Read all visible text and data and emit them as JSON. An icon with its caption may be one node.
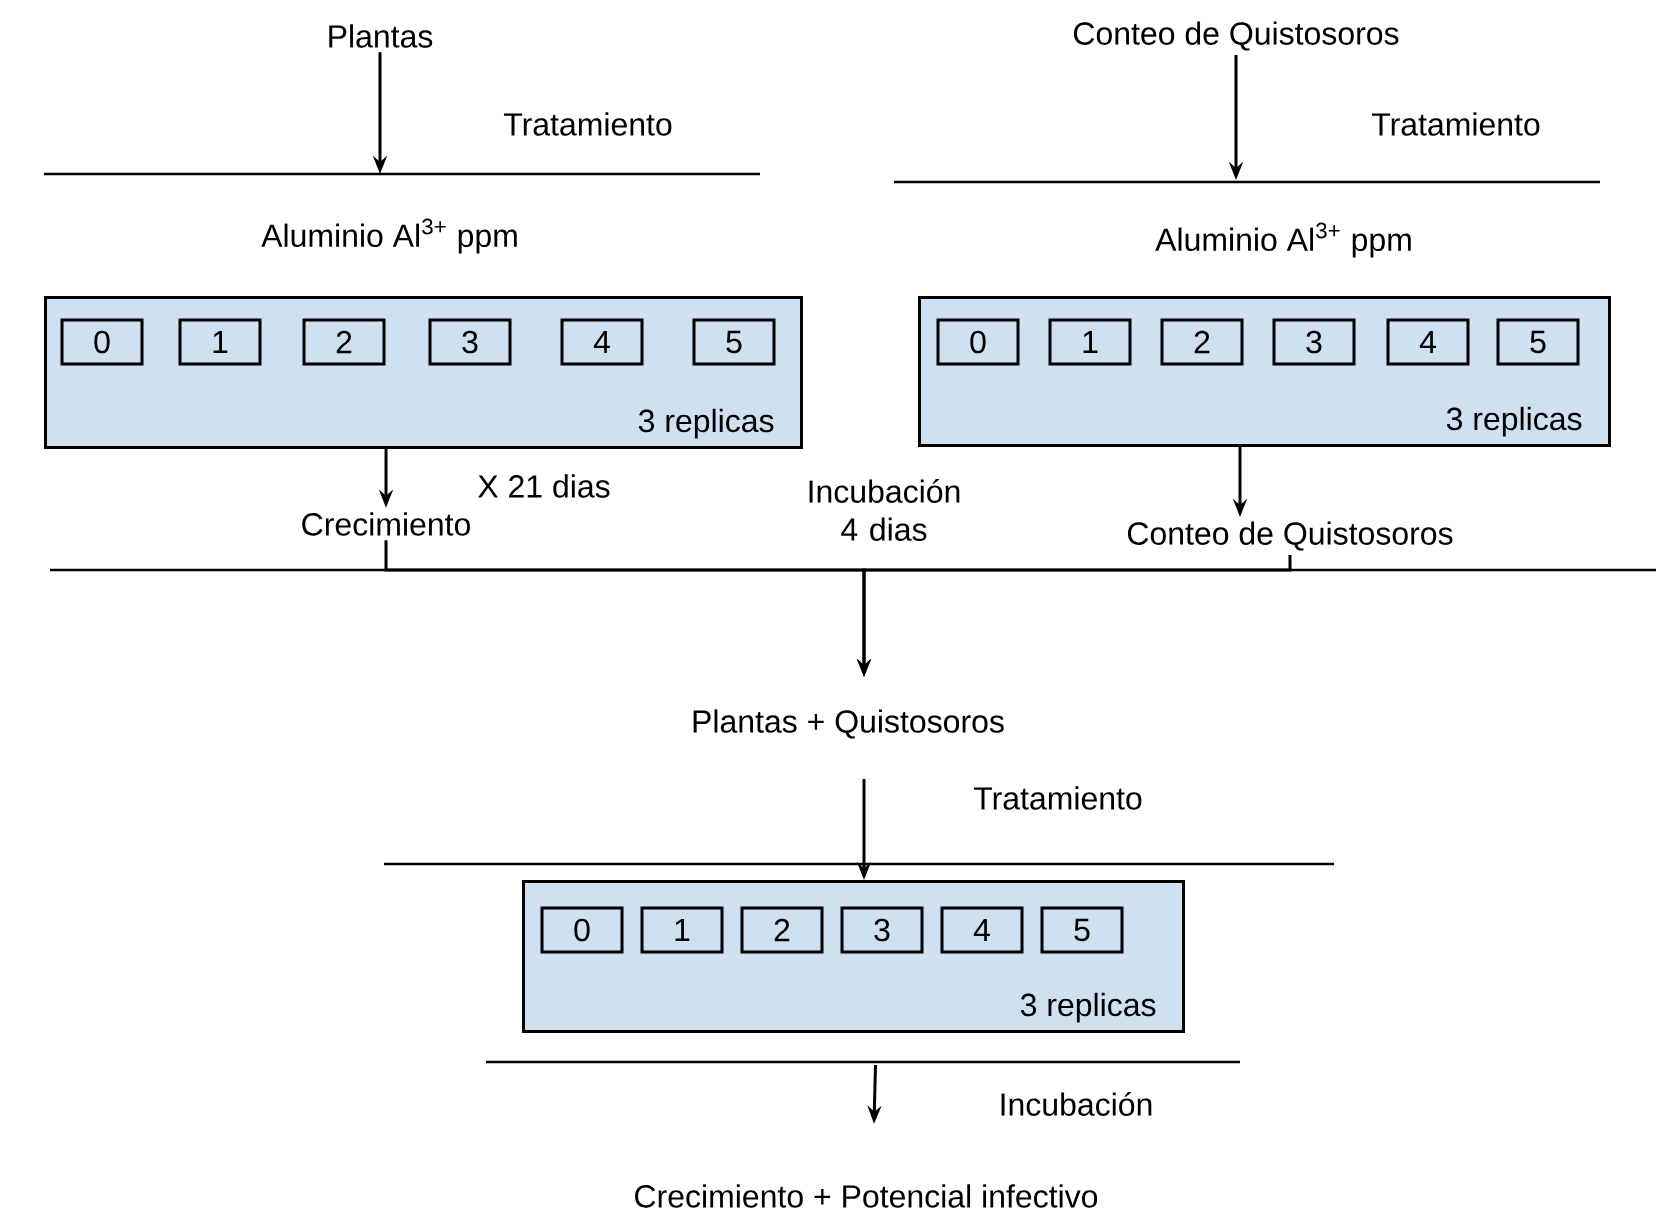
{
  "diagram": {
    "nodes": [
      {
        "text": [
          "Plantas"
        ]
      },
      {
        "text": [
          "Conteo de Quistosoros"
        ]
      },
      {
        "text": [
          "Aluminio Al$^{3+}$ ppm",
          "3 replicas"
        ]
      },
      {
        "text": [
          "0"
        ],
        "in": 2
      },
      {
        "text": [
          "1"
        ],
        "in": 2
      },
      {
        "text": [
          "2"
        ],
        "in": 2
      },
      {
        "text": [
          "3"
        ],
        "in": 2
      },
      {
        "text": [
          "4"
        ],
        "in": 2
      },
      {
        "text": [
          "5"
        ],
        "in": 2
      },
      {
        "text": [
          "Aluminio Al$^{3+}$ ppm",
          "3 replicas"
        ]
      },
      {
        "text": [
          "0"
        ],
        "in": 9
      },
      {
        "text": [
          "1"
        ],
        "in": 9
      },
      {
        "text": [
          "2"
        ],
        "in": 9
      },
      {
        "text": [
          "3"
        ],
        "in": 9
      },
      {
        "text": [
          "4"
        ],
        "in": 9
      },
      {
        "text": [
          "5"
        ],
        "in": 9
      },
      {
        "text": [
          "Crecimiento"
        ]
      },
      {
        "text": [
          "Conteo de Quistosoros"
        ]
      },
      {
        "text": [
          "Plantas + Quistosoros"
        ]
      },
      {
        "text": [
          "3 replicas"
        ]
      },
      {
        "text": [
          "0"
        ],
        "in": 19
      },
      {
        "text": [
          "1"
        ],
        "in": 19
      },
      {
        "text": [
          "2"
        ],
        "in": 19
      },
      {
        "text": [
          "3"
        ],
        "in": 19
      },
      {
        "text": [
          "4"
        ],
        "in": 19
      },
      {
        "text": [
          "5"
        ],
        "in": 19
      },
      {
        "text": [
          "Crecimiento + Potencial infectivo"
        ]
      }
    ],
    "edges": [
      {
        "from": 0,
        "to": 2,
        "arrow": "to",
        "label": "Tratamiento"
      },
      {
        "from": 1,
        "to": 9,
        "arrow": "to",
        "label": "Tratamiento"
      },
      {
        "from": 2,
        "to": 16,
        "arrow": "to",
        "label": "X 21 dias"
      },
      {
        "from": 9,
        "to": 17,
        "arrow": "to"
      },
      {
        "from": 16,
        "to": 18,
        "arrow": "to",
        "label": "Incubación 4 dias"
      },
      {
        "from": 17,
        "to": 18,
        "arrow": "to"
      },
      {
        "from": 18,
        "to": 19,
        "arrow": "to",
        "label": "Tratamiento"
      },
      {
        "from": 19,
        "to": 26,
        "arrow": "to",
        "label": "Incubación"
      }
    ]
  }
}
